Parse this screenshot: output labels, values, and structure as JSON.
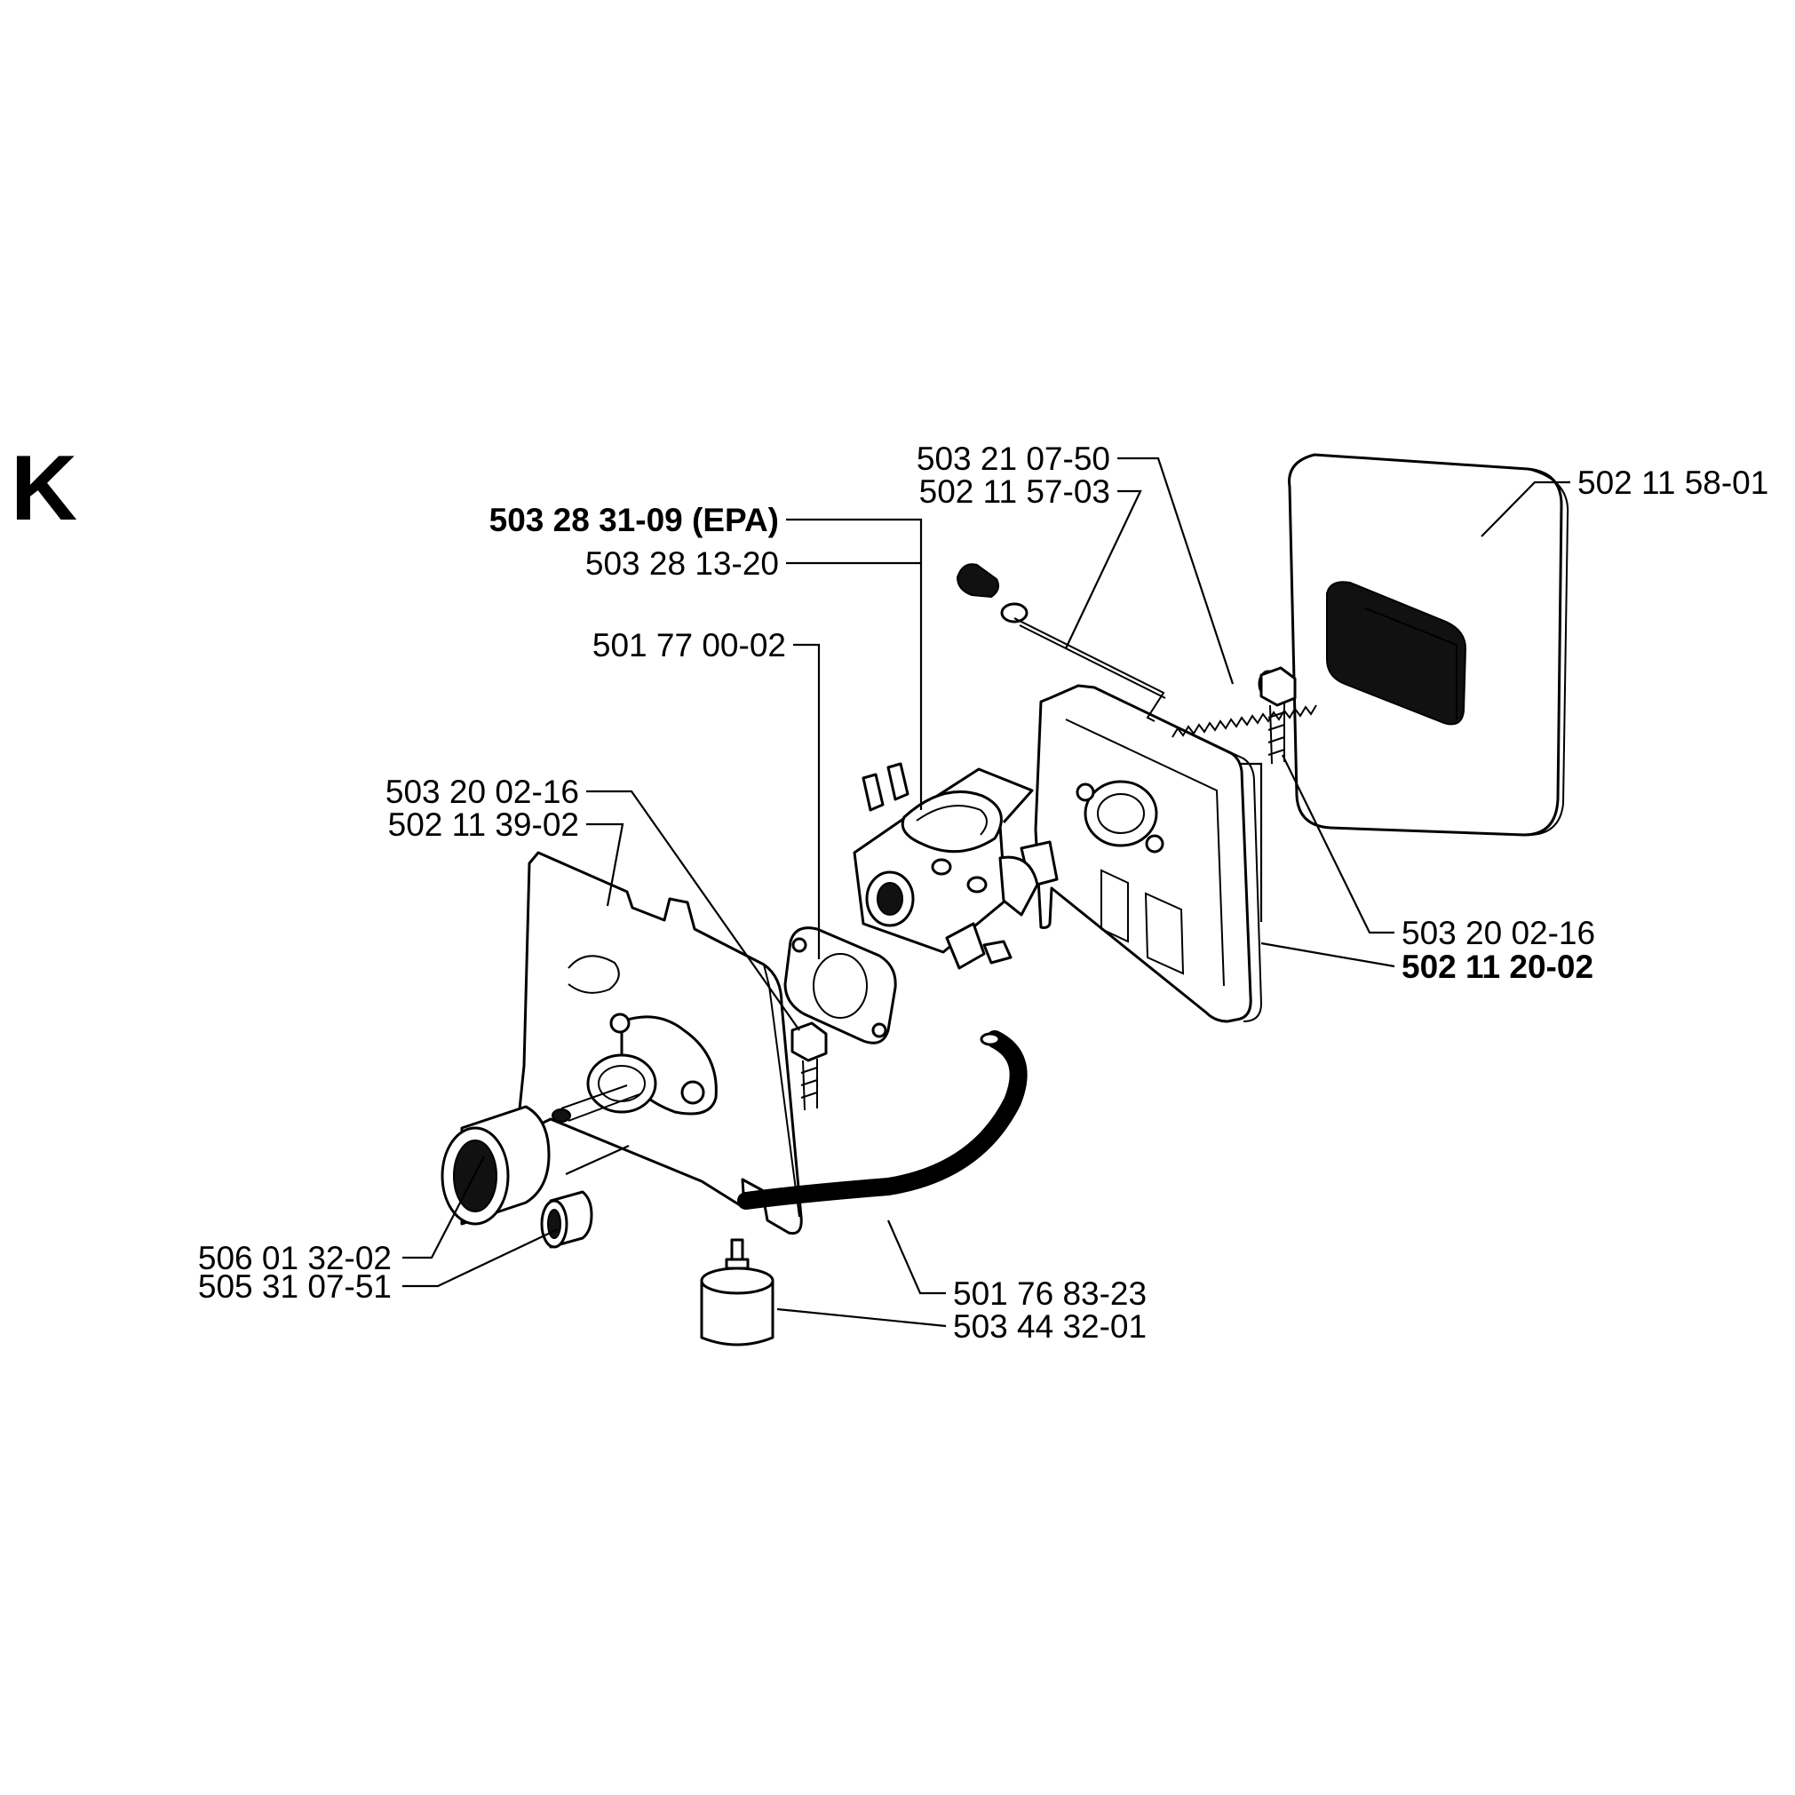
{
  "section_letter": "K",
  "labels": {
    "carburetor_epa": "503 28 31-09 (EPA)",
    "carburetor": "503 28 13-20",
    "gasket": "501 77 00-02",
    "screw_left": "503 20 02-16",
    "intake_manifold": "502 11 39-02",
    "rubber_sleeve": "506 01 32-02",
    "small_bushing": "505 31 07-51",
    "spring": "503 21 07-50",
    "choke_rod": "502 11 57-03",
    "air_filter": "502 11 58-01",
    "screw_right": "503 20 02-16",
    "filter_holder": "502 11 20-02",
    "fuel_hose": "501 76 83-23",
    "fuel_filter": "503 44 32-01"
  }
}
